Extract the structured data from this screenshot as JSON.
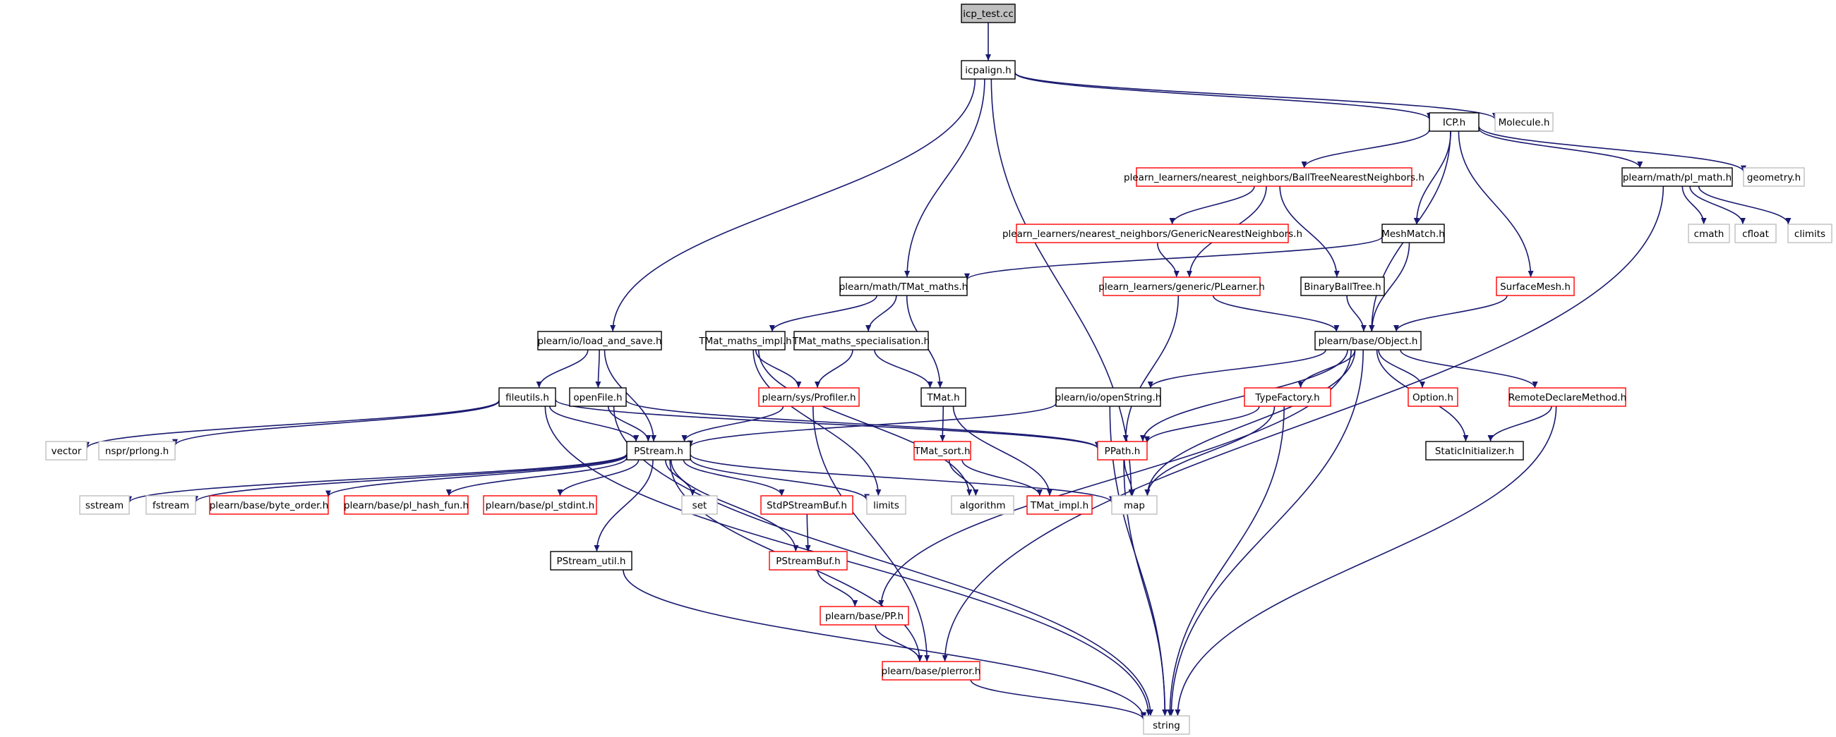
{
  "colors": {
    "edge": "#191970",
    "normal_border": "#000000",
    "error_border": "#ff0000",
    "system_border": "#bfbfbf",
    "root_fill": "#bfbfbf"
  },
  "nodes": {
    "icp_test": {
      "label": "icp_test.cc",
      "kind": "root"
    },
    "icpalign": {
      "label": "icpalign.h",
      "kind": "normal"
    },
    "molecule": {
      "label": "Molecule.h",
      "kind": "system"
    },
    "icp": {
      "label": "ICP.h",
      "kind": "normal"
    },
    "balltree_nn": {
      "label": "plearn_learners/nearest_neighbors/BallTreeNearestNeighbors.h",
      "kind": "error"
    },
    "pl_math": {
      "label": "plearn/math/pl_math.h",
      "kind": "normal"
    },
    "geometry": {
      "label": "geometry.h",
      "kind": "system"
    },
    "generic_nn": {
      "label": "plearn_learners/nearest_neighbors/GenericNearestNeighbors.h",
      "kind": "error"
    },
    "meshmatch": {
      "label": "MeshMatch.h",
      "kind": "normal"
    },
    "cmath": {
      "label": "cmath",
      "kind": "system"
    },
    "cfloat": {
      "label": "cfloat",
      "kind": "system"
    },
    "climits": {
      "label": "climits",
      "kind": "system"
    },
    "tmat_maths": {
      "label": "plearn/math/TMat_maths.h",
      "kind": "normal"
    },
    "plearner": {
      "label": "plearn_learners/generic/PLearner.h",
      "kind": "error"
    },
    "binaryballtree": {
      "label": "BinaryBallTree.h",
      "kind": "normal"
    },
    "surfacemesh": {
      "label": "SurfaceMesh.h",
      "kind": "error"
    },
    "load_and_save": {
      "label": "plearn/io/load_and_save.h",
      "kind": "normal"
    },
    "tmat_maths_impl": {
      "label": "TMat_maths_impl.h",
      "kind": "normal"
    },
    "tmat_maths_spec": {
      "label": "TMat_maths_specialisation.h",
      "kind": "normal"
    },
    "object": {
      "label": "plearn/base/Object.h",
      "kind": "normal"
    },
    "fileutils": {
      "label": "fileutils.h",
      "kind": "normal"
    },
    "openfile": {
      "label": "openFile.h",
      "kind": "normal"
    },
    "profiler": {
      "label": "plearn/sys/Profiler.h",
      "kind": "error"
    },
    "tmat": {
      "label": "TMat.h",
      "kind": "normal"
    },
    "openstring": {
      "label": "plearn/io/openString.h",
      "kind": "normal"
    },
    "typefactory": {
      "label": "TypeFactory.h",
      "kind": "error"
    },
    "option": {
      "label": "Option.h",
      "kind": "error"
    },
    "remotedeclare": {
      "label": "RemoteDeclareMethod.h",
      "kind": "error"
    },
    "vector": {
      "label": "vector",
      "kind": "system"
    },
    "nspr": {
      "label": "nspr/prlong.h",
      "kind": "system"
    },
    "pstream": {
      "label": "PStream.h",
      "kind": "normal"
    },
    "tmat_sort": {
      "label": "TMat_sort.h",
      "kind": "error"
    },
    "ppath": {
      "label": "PPath.h",
      "kind": "error"
    },
    "staticinit": {
      "label": "StaticInitializer.h",
      "kind": "normal"
    },
    "sstream": {
      "label": "sstream",
      "kind": "system"
    },
    "fstream": {
      "label": "fstream",
      "kind": "system"
    },
    "byte_order": {
      "label": "plearn/base/byte_order.h",
      "kind": "error"
    },
    "pl_hash_fun": {
      "label": "plearn/base/pl_hash_fun.h",
      "kind": "error"
    },
    "pl_stdint": {
      "label": "plearn/base/pl_stdint.h",
      "kind": "error"
    },
    "set": {
      "label": "set",
      "kind": "system"
    },
    "stdpstreambuf": {
      "label": "StdPStreamBuf.h",
      "kind": "error"
    },
    "limits": {
      "label": "limits",
      "kind": "system"
    },
    "algorithm": {
      "label": "algorithm",
      "kind": "system"
    },
    "tmat_impl": {
      "label": "TMat_impl.h",
      "kind": "error"
    },
    "map": {
      "label": "map",
      "kind": "system"
    },
    "pstream_util": {
      "label": "PStream_util.h",
      "kind": "normal"
    },
    "pstreambuf": {
      "label": "PStreamBuf.h",
      "kind": "error"
    },
    "pp": {
      "label": "plearn/base/PP.h",
      "kind": "error"
    },
    "plerror": {
      "label": "plearn/base/plerror.h",
      "kind": "error"
    },
    "string": {
      "label": "string",
      "kind": "system"
    }
  },
  "edges": [
    [
      "icp_test",
      "icpalign"
    ],
    [
      "icpalign",
      "molecule"
    ],
    [
      "icpalign",
      "icp"
    ],
    [
      "icpalign",
      "tmat_maths"
    ],
    [
      "icpalign",
      "load_and_save"
    ],
    [
      "icpalign",
      "map"
    ],
    [
      "icp",
      "balltree_nn"
    ],
    [
      "icp",
      "pl_math"
    ],
    [
      "icp",
      "geometry"
    ],
    [
      "icp",
      "meshmatch"
    ],
    [
      "icp",
      "surfacemesh"
    ],
    [
      "icp",
      "object"
    ],
    [
      "balltree_nn",
      "generic_nn"
    ],
    [
      "balltree_nn",
      "binaryballtree"
    ],
    [
      "balltree_nn",
      "plearner"
    ],
    [
      "generic_nn",
      "plearner"
    ],
    [
      "pl_math",
      "cmath"
    ],
    [
      "pl_math",
      "cfloat"
    ],
    [
      "pl_math",
      "climits"
    ],
    [
      "pl_math",
      "plerror"
    ],
    [
      "meshmatch",
      "tmat_maths"
    ],
    [
      "meshmatch",
      "object"
    ],
    [
      "plearner",
      "object"
    ],
    [
      "plearner",
      "ppath"
    ],
    [
      "binaryballtree",
      "object"
    ],
    [
      "surfacemesh",
      "object"
    ],
    [
      "tmat_maths",
      "tmat_maths_impl"
    ],
    [
      "tmat_maths",
      "tmat_maths_spec"
    ],
    [
      "tmat_maths",
      "tmat"
    ],
    [
      "load_and_save",
      "fileutils"
    ],
    [
      "load_and_save",
      "openfile"
    ],
    [
      "load_and_save",
      "pstream"
    ],
    [
      "tmat_maths_impl",
      "profiler"
    ],
    [
      "tmat_maths_impl",
      "limits"
    ],
    [
      "tmat_maths_impl",
      "algorithm"
    ],
    [
      "tmat_maths_spec",
      "profiler"
    ],
    [
      "tmat_maths_spec",
      "tmat"
    ],
    [
      "object",
      "openstring"
    ],
    [
      "object",
      "typefactory"
    ],
    [
      "object",
      "option"
    ],
    [
      "object",
      "remotedeclare"
    ],
    [
      "object",
      "staticinit"
    ],
    [
      "object",
      "ppath"
    ],
    [
      "object",
      "map"
    ],
    [
      "object",
      "pp"
    ],
    [
      "object",
      "string"
    ],
    [
      "fileutils",
      "vector"
    ],
    [
      "fileutils",
      "nspr"
    ],
    [
      "fileutils",
      "pstream"
    ],
    [
      "fileutils",
      "ppath"
    ],
    [
      "fileutils",
      "string"
    ],
    [
      "openfile",
      "pstream"
    ],
    [
      "openfile",
      "ppath"
    ],
    [
      "openfile",
      "string"
    ],
    [
      "profiler",
      "pstream"
    ],
    [
      "profiler",
      "plerror"
    ],
    [
      "tmat",
      "tmat_sort"
    ],
    [
      "tmat",
      "tmat_impl"
    ],
    [
      "openstring",
      "pstream"
    ],
    [
      "openstring",
      "string"
    ],
    [
      "typefactory",
      "ppath"
    ],
    [
      "typefactory",
      "map"
    ],
    [
      "typefactory",
      "string"
    ],
    [
      "remotedeclare",
      "staticinit"
    ],
    [
      "remotedeclare",
      "string"
    ],
    [
      "tmat_sort",
      "algorithm"
    ],
    [
      "tmat_sort",
      "tmat_impl"
    ],
    [
      "ppath",
      "map"
    ],
    [
      "ppath",
      "string"
    ],
    [
      "pstream",
      "sstream"
    ],
    [
      "pstream",
      "fstream"
    ],
    [
      "pstream",
      "byte_order"
    ],
    [
      "pstream",
      "pl_hash_fun"
    ],
    [
      "pstream",
      "pl_stdint"
    ],
    [
      "pstream",
      "set"
    ],
    [
      "pstream",
      "stdpstreambuf"
    ],
    [
      "pstream",
      "limits"
    ],
    [
      "pstream",
      "map"
    ],
    [
      "pstream",
      "pstream_util"
    ],
    [
      "pstream",
      "pstreambuf"
    ],
    [
      "pstream",
      "plerror"
    ],
    [
      "stdpstreambuf",
      "pstreambuf"
    ],
    [
      "pstreambuf",
      "pp"
    ],
    [
      "pp",
      "plerror"
    ],
    [
      "pstream_util",
      "string"
    ],
    [
      "plerror",
      "string"
    ]
  ]
}
